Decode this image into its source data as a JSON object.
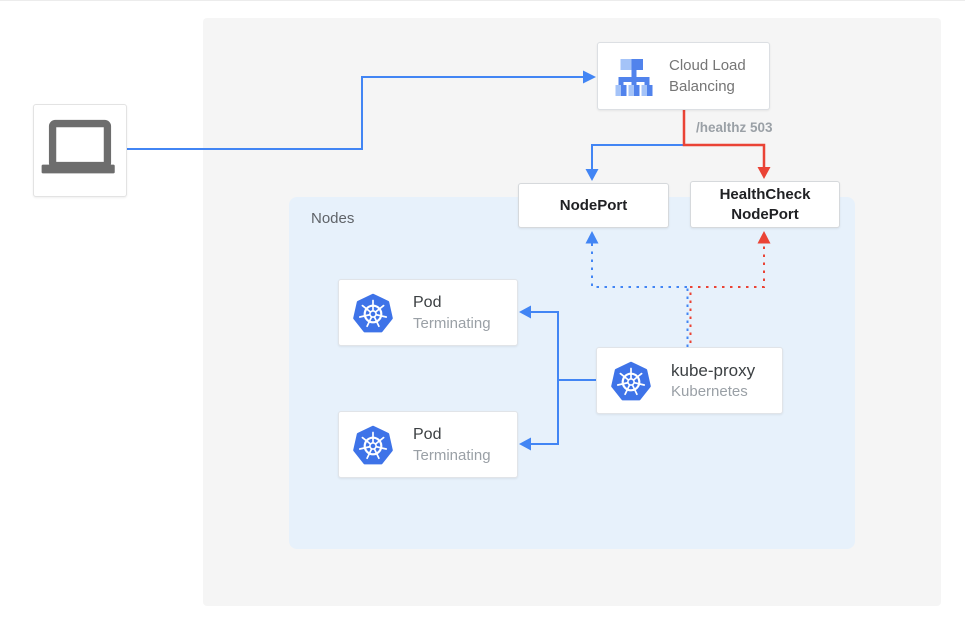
{
  "colors": {
    "arrow_blue": "#4285f4",
    "arrow_red": "#ea4335",
    "background_panel_gray": "#f5f5f5",
    "nodes_panel_blue": "#e7f1fb",
    "card_border": "#dadce0",
    "kubernetes_icon_blue": "#3e73e8",
    "lb_icon_light_blue": "#a4c3f8",
    "lb_icon_mid_blue": "#5183ec",
    "laptop_icon_gray": "#6d6d6d",
    "text_dark": "#202124",
    "text_body": "#3c4043",
    "text_gray": "#757575",
    "text_light": "#9aa0a6"
  },
  "load_balancer": {
    "label": "Cloud Load Balancing"
  },
  "edge_labels": {
    "healthz": "/healthz 503"
  },
  "nodes_panel": {
    "label": "Nodes"
  },
  "nodeport": {
    "label": "NodePort"
  },
  "healthcheck_nodeport": {
    "line1": "HealthCheck",
    "line2": "NodePort"
  },
  "pods": [
    {
      "title": "Pod",
      "status": "Terminating"
    },
    {
      "title": "Pod",
      "status": "Terminating"
    }
  ],
  "kube_proxy": {
    "title": "kube-proxy",
    "subtitle": "Kubernetes"
  }
}
